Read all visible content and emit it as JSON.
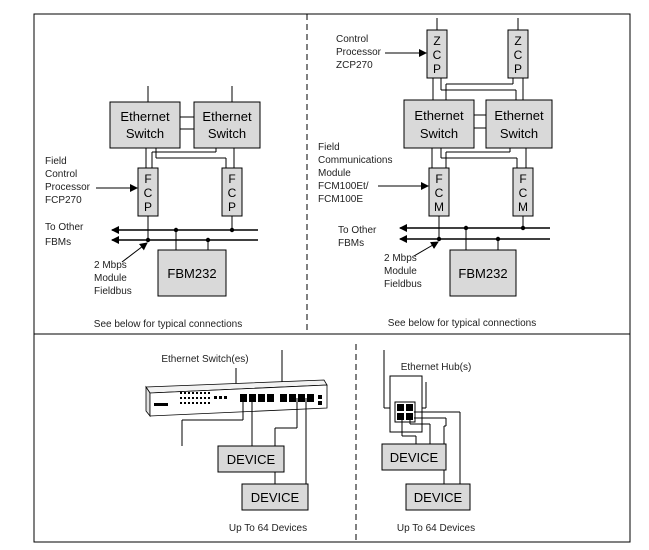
{
  "top_left": {
    "switch_left": [
      "Ethernet",
      "Switch"
    ],
    "switch_right": [
      "Ethernet",
      "Switch"
    ],
    "fcp_label": [
      "Field",
      "Control",
      "Processor",
      "FCP270"
    ],
    "fcp_letters": [
      "F",
      "C",
      "P"
    ],
    "to_other": [
      "To Other",
      "FBMs"
    ],
    "fieldbus_label": [
      "2 Mbps",
      "Module",
      "Fieldbus"
    ],
    "fbm": "FBM232",
    "caption": "See below for typical connections"
  },
  "top_right": {
    "zcp_label": [
      "Control",
      "Processor",
      "ZCP270"
    ],
    "zcp_letters": [
      "Z",
      "C",
      "P"
    ],
    "switch_left": [
      "Ethernet",
      "Switch"
    ],
    "switch_right": [
      "Ethernet",
      "Switch"
    ],
    "fcm_label": [
      "Field",
      "Communications",
      "Module",
      "FCM100Et/",
      "FCM100E"
    ],
    "fcm_letters": [
      "F",
      "C",
      "M"
    ],
    "to_other": [
      "To Other",
      "FBMs"
    ],
    "fieldbus_label": [
      "2 Mbps",
      "Module",
      "Fieldbus"
    ],
    "fbm": "FBM232",
    "caption": "See below for typical connections"
  },
  "bottom_left": {
    "title": "Ethernet Switch(es)",
    "device1": "DEVICE",
    "device2": "DEVICE",
    "caption": "Up To 64 Devices"
  },
  "bottom_right": {
    "title": "Ethernet Hub(s)",
    "device1": "DEVICE",
    "device2": "DEVICE",
    "caption": "Up To 64 Devices"
  },
  "colors": {
    "box_fill": "#d9d9d9",
    "line": "#000000"
  }
}
